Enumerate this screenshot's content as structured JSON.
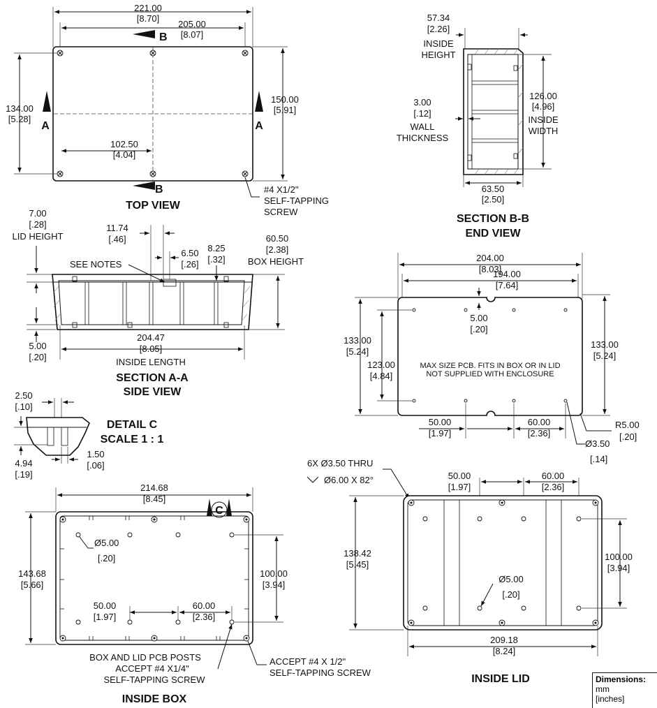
{
  "top_view": {
    "title": "TOP VIEW",
    "dim_overall_width": "221.00",
    "dim_overall_width_in": "[8.70]",
    "dim_screw_span": "205.00",
    "dim_screw_span_in": "[8.07]",
    "dim_half": "102.50",
    "dim_half_in": "[4.04]",
    "dim_screw_height": "134.00",
    "dim_screw_height_in": "[5.28]",
    "dim_overall_height": "150.00",
    "dim_overall_height_in": "[5.91]",
    "section_a": "A",
    "section_b": "B",
    "screw_note": [
      "#4 X1/2\"",
      "SELF-TAPPING",
      "SCREW"
    ]
  },
  "section_bb": {
    "title": "SECTION B-B",
    "subtitle": "END VIEW",
    "dim_inside_height": "57.34",
    "dim_inside_height_in": "[2.26]",
    "inside_height_label": [
      "INSIDE",
      "HEIGHT"
    ],
    "dim_wall": "3.00",
    "dim_wall_in": "[.12]",
    "wall_label": [
      "WALL",
      "THICKNESS"
    ],
    "dim_inside_width": "126.00",
    "dim_inside_width_in": "[4.96]",
    "inside_width_label": [
      "INSIDE",
      "WIDTH"
    ],
    "dim_bottom": "63.50",
    "dim_bottom_in": "[2.50]"
  },
  "section_aa": {
    "title": "SECTION A-A",
    "subtitle": "SIDE VIEW",
    "dim_lid_height": "7.00",
    "dim_lid_height_in": "[.28]",
    "lid_height_label": "LID HEIGHT",
    "dim_post": "11.74",
    "dim_post_in": "[.46]",
    "dim_650": "6.50",
    "dim_650_in": "[.26]",
    "dim_825": "8.25",
    "dim_825_in": "[.32]",
    "see_notes": "SEE NOTES",
    "dim_box_height": "60.50",
    "dim_box_height_in": "[2.38]",
    "box_height_label": "BOX HEIGHT",
    "dim_bottom_gap": "5.00",
    "dim_bottom_gap_in": "[.20]",
    "dim_inside_length": "204.47",
    "dim_inside_length_in": "[8.05]",
    "inside_length_label": "INSIDE LENGTH"
  },
  "pcb": {
    "dim_overall_width": "204.00",
    "dim_overall_width_in": "[8.03]",
    "dim_hole_span": "194.00",
    "dim_hole_span_in": "[7.64]",
    "dim_notch": "5.00",
    "dim_notch_in": "[.20]",
    "dim_overall_height": "133.00",
    "dim_overall_height_in": "[5.24]",
    "dim_hole_height": "123.00",
    "dim_hole_height_in": "[4.84]",
    "dim_right_height": "133.00",
    "dim_right_height_in": "[5.24]",
    "dim_50": "50.00",
    "dim_50_in": "[1.97]",
    "dim_60": "60.00",
    "dim_60_in": "[2.36]",
    "dim_radius": "R5.00",
    "dim_radius_in": "[.20]",
    "dim_hole": "Ø3.50",
    "dim_hole_in": "[.14]",
    "note": [
      "MAX SIZE PCB. FITS IN BOX OR IN LID",
      "NOT SUPPLIED WITH ENCLOSURE"
    ]
  },
  "detail_c": {
    "title": "DETAIL  C",
    "scale": "SCALE 1 : 1",
    "dim_250": "2.50",
    "dim_250_in": "[.10]",
    "dim_494": "4.94",
    "dim_494_in": "[.19]",
    "dim_150": "1.50",
    "dim_150_in": "[.06]"
  },
  "inside_box": {
    "title": "INSIDE BOX",
    "dim_overall_width": "214.68",
    "dim_overall_width_in": "[8.45]",
    "dim_overall_height": "143.68",
    "dim_overall_height_in": "[5.66]",
    "dim_post_dia": "Ø5.00",
    "dim_post_dia_in": "[.20]",
    "dim_100": "100.00",
    "dim_100_in": "[3.94]",
    "dim_50": "50.00",
    "dim_50_in": "[1.97]",
    "dim_60": "60.00",
    "dim_60_in": "[2.36]",
    "detail_tag": "C",
    "note_posts": [
      "BOX AND LID PCB POSTS",
      "ACCEPT #4 X1/4\"",
      "SELF-TAPPING SCREW"
    ],
    "note_screw": [
      "ACCEPT #4 X 1/2\"",
      "SELF-TAPPING SCREW"
    ]
  },
  "inside_lid": {
    "title": "INSIDE LID",
    "hole_note": "6X Ø3.50 THRU",
    "csk_note": "Ø6.00 X 82°",
    "dim_50": "50.00",
    "dim_50_in": "[1.97]",
    "dim_60": "60.00",
    "dim_60_in": "[2.36]",
    "dim_height": "138.42",
    "dim_height_in": "[5.45]",
    "dim_100": "100.00",
    "dim_100_in": "[3.94]",
    "dim_post_dia": "Ø5.00",
    "dim_post_dia_in": "[.20]",
    "dim_width": "209.18",
    "dim_width_in": "[8.24]"
  },
  "legend": {
    "title": "Dimensions:",
    "unit1": "mm",
    "unit2": "[inches]"
  }
}
